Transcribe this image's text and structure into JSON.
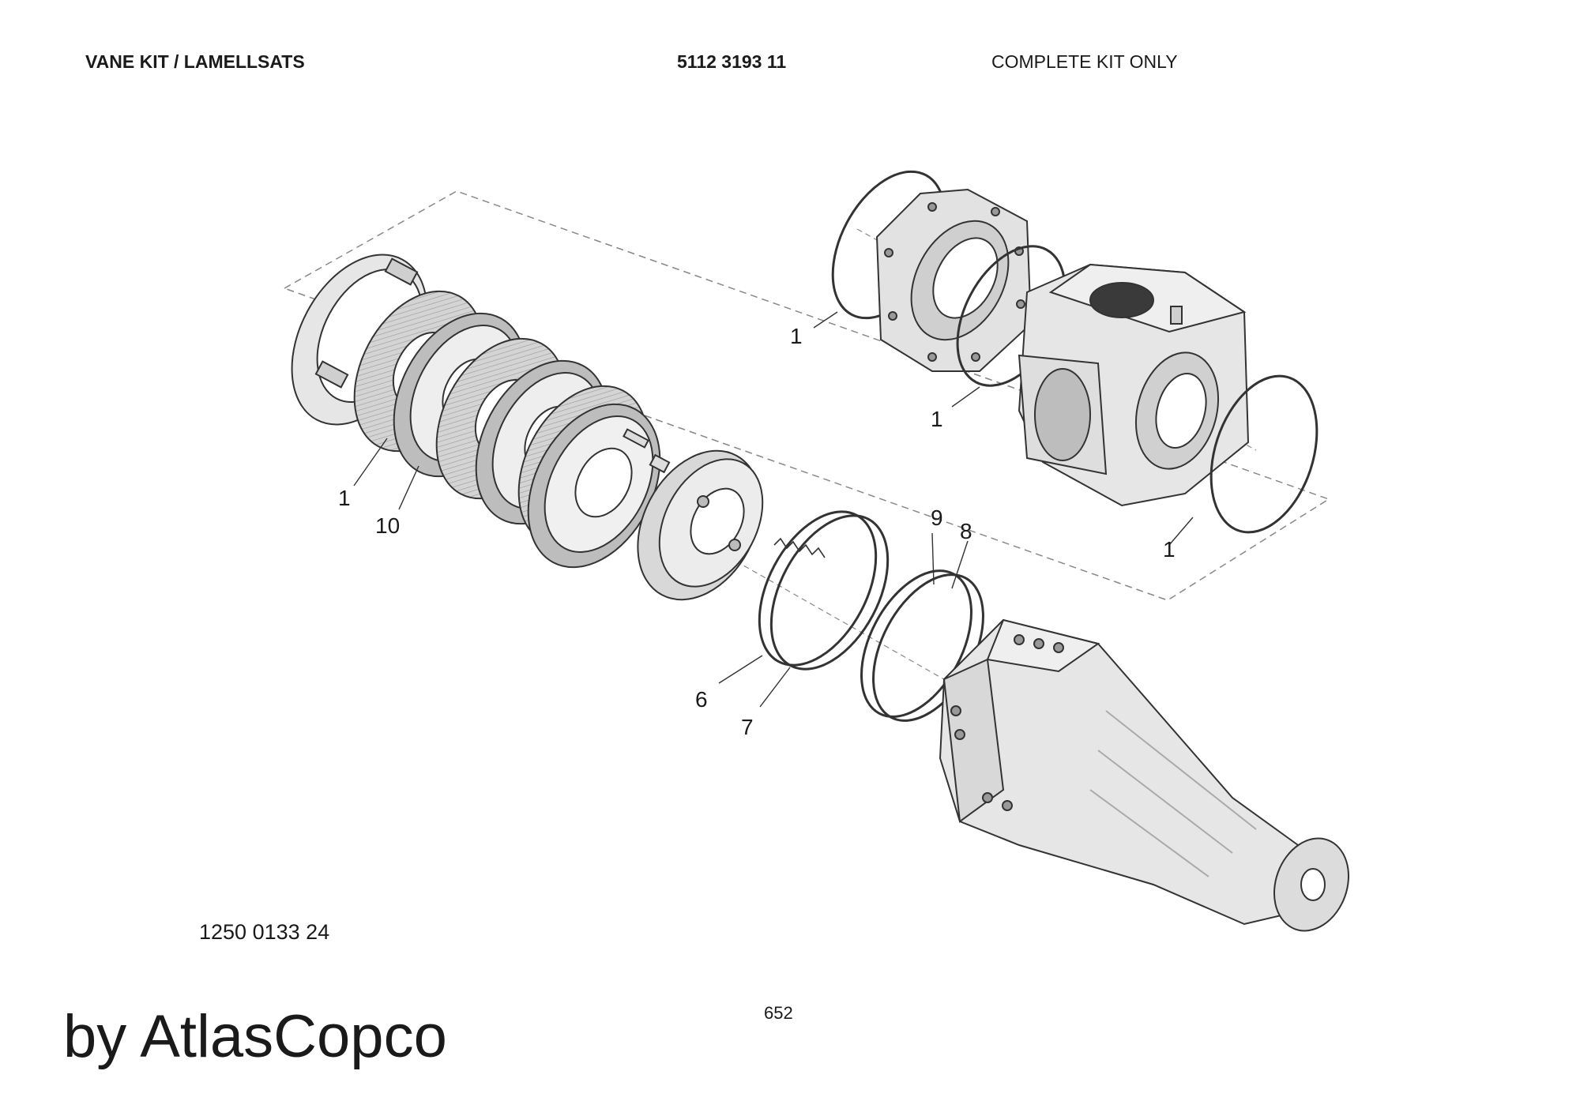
{
  "header": {
    "title": "VANE KIT / LAMELLSATS",
    "part_number": "5112 3193 11",
    "note": "COMPLETE KIT ONLY"
  },
  "callouts": [
    {
      "id": "c1a",
      "label": "1"
    },
    {
      "id": "c1b",
      "label": "1"
    },
    {
      "id": "c1c",
      "label": "1"
    },
    {
      "id": "c1d",
      "label": "1"
    },
    {
      "id": "c10",
      "label": "10"
    },
    {
      "id": "c9",
      "label": "9"
    },
    {
      "id": "c8",
      "label": "8"
    },
    {
      "id": "c6",
      "label": "6"
    },
    {
      "id": "c7",
      "label": "7"
    }
  ],
  "drawing_number": "1250 0133 24",
  "page_number": "652",
  "brand": "by AtlasCopco",
  "colors": {
    "line": "#333333",
    "part_fill": "#e4e4e4",
    "part_shade": "#c8c8c8",
    "dark": "#3a3a3a",
    "dash": "#888888"
  }
}
